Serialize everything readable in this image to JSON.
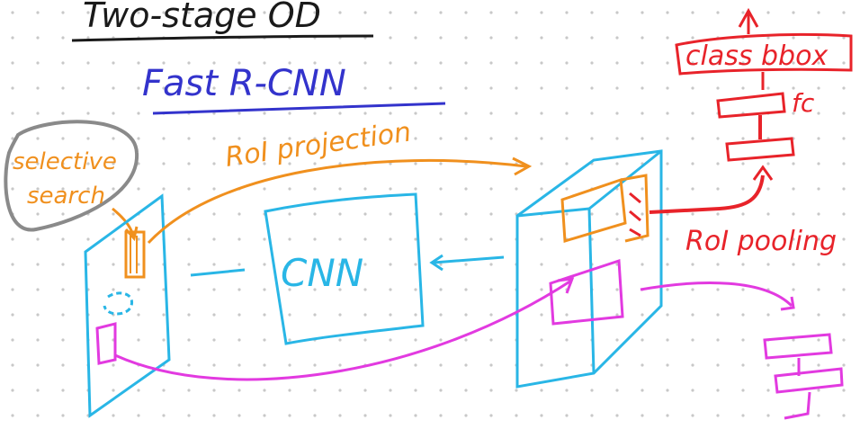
{
  "title": "Two-stage OD",
  "subtitle": "Fast R-CNN",
  "labels": {
    "selective_search": [
      "selective",
      "search"
    ],
    "roi_projection": "RoI projection",
    "cnn": "CNN",
    "roi_pooling": "RoI pooling",
    "head_output": "class bbox",
    "fc": "fc"
  },
  "colors": {
    "title_ink": "#1a1a1a",
    "subtitle_ink": "#3333cc",
    "network": "#29b6e6",
    "proposal": "#f0901e",
    "roi_pooling": "#e8232a",
    "second_roi": "#e23ae0",
    "selective_search_ring": "#8a8a8a",
    "dot_grid": "#c8c8c8"
  }
}
